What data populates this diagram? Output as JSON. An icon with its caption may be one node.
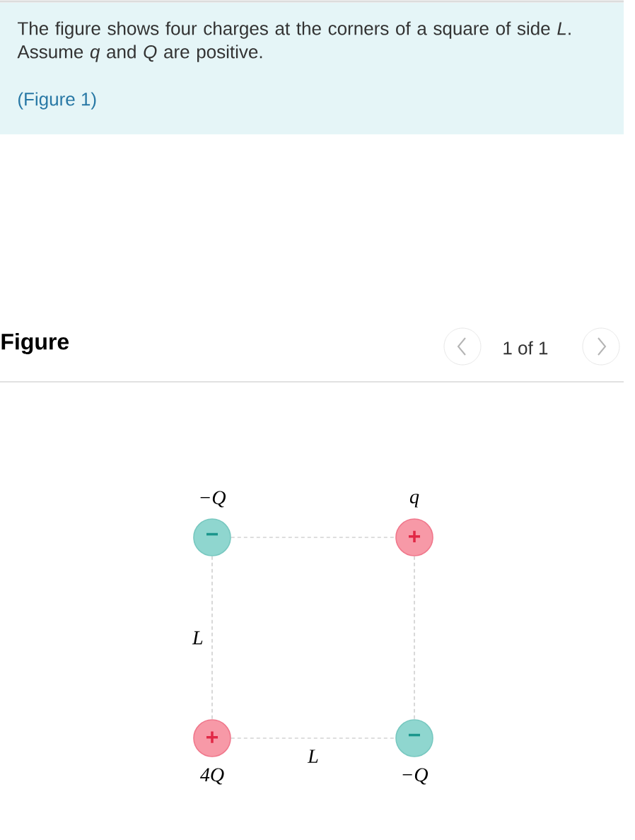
{
  "diagram": {
    "title": "Figure",
    "nodes": [
      {
        "text": [
          "−"
        ],
        "beside": [
          "−*Q*"
        ]
      },
      {
        "text": [
          "+"
        ],
        "beside": [
          "q"
        ]
      },
      {
        "text": [
          "+"
        ],
        "beside": [
          "4Q"
        ]
      },
      {
        "text": [
          "−"
        ],
        "beside": [
          "−*Q*"
        ]
      }
    ],
    "edges": [
      {
        "from": 0,
        "to": 1,
        "arrow": "none",
        "style": "dashed"
      },
      {
        "from": 0,
        "to": 2,
        "arrow": "none",
        "style": "dashed",
        "label": "L"
      },
      {
        "from": 1,
        "to": 3,
        "arrow": "none",
        "style": "dashed"
      },
      {
        "from": 2,
        "to": 3,
        "arrow": "none",
        "style": "dashed",
        "label": "L"
      }
    ],
    "labels": [
      "The figure shows four charges at the corners of a square of side *L*. Assume *q* and *Q* are positive.",
      "(Figure 1)",
      "1 of 1"
    ]
  }
}
